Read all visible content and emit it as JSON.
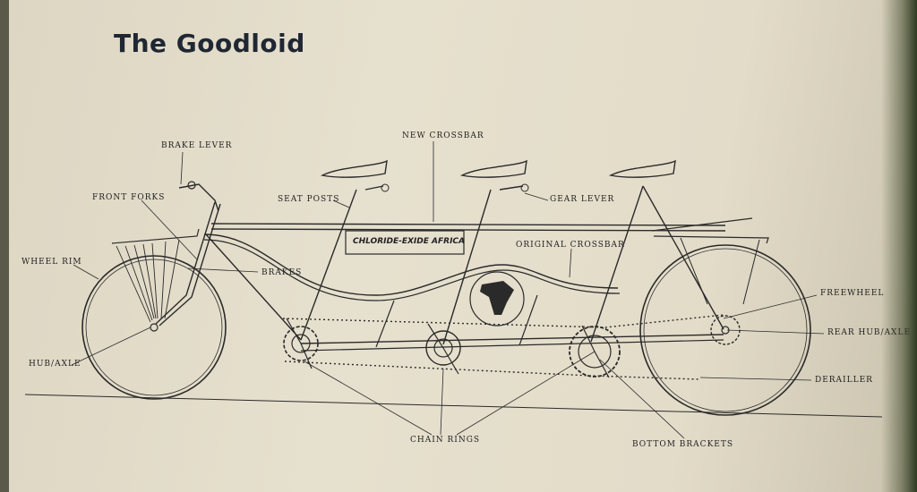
{
  "title": "The Goodloid",
  "banner": "CHLORIDE-EXIDE AFRICA",
  "labels": {
    "brake_lever": "BRAKE LEVER",
    "new_crossbar": "NEW CROSSBAR",
    "front_forks": "FRONT FORKS",
    "seat_posts": "SEAT POSTS",
    "gear_lever": "GEAR LEVER",
    "original_crossbar": "ORIGINAL CROSSBAR",
    "wheel_rim": "WHEEL RIM",
    "brakes": "BRAKES",
    "freewheel": "FREEWHEEL",
    "rear_hub_axle": "REAR HUB/AXLE",
    "hub_axle": "HUB/AXLE",
    "derailler": "DERAILLER",
    "chain_rings": "CHAIN RINGS",
    "bottom_brackets": "BOTTOM BRACKETS"
  }
}
